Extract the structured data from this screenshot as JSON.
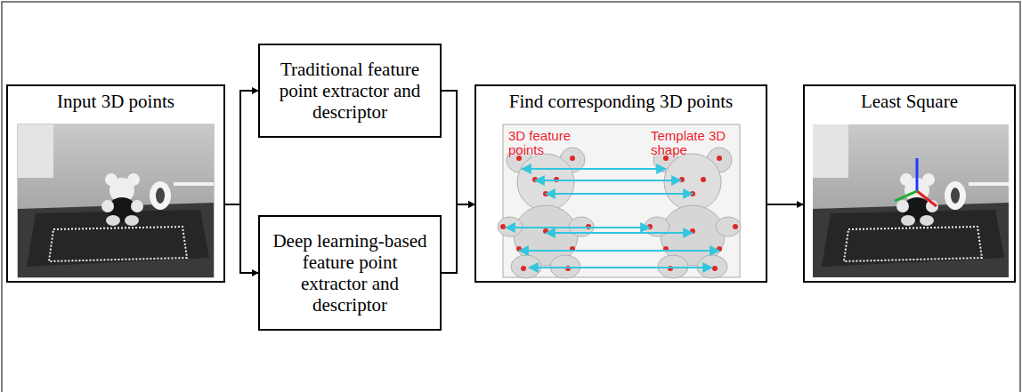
{
  "diagram": {
    "nodes": [
      {
        "text": [
          "Input 3D points"
        ]
      },
      {
        "text": [
          "Traditional feature point extractor and descriptor"
        ]
      },
      {
        "text": [
          "Deep learning-based feature point extractor and descriptor"
        ]
      },
      {
        "text": [
          "Find corresponding 3D points"
        ]
      },
      {
        "text": [
          "Least Square"
        ]
      }
    ],
    "edges": [
      {
        "from": 0,
        "to": 1,
        "arrow": "to"
      },
      {
        "from": 0,
        "to": 2,
        "arrow": "to"
      },
      {
        "from": 1,
        "to": 3,
        "arrow": "to"
      },
      {
        "from": 2,
        "to": 3,
        "arrow": "to"
      },
      {
        "from": 3,
        "to": 4,
        "arrow": "to"
      }
    ],
    "labels": [
      "3D feature points",
      "Template 3D shape"
    ]
  }
}
